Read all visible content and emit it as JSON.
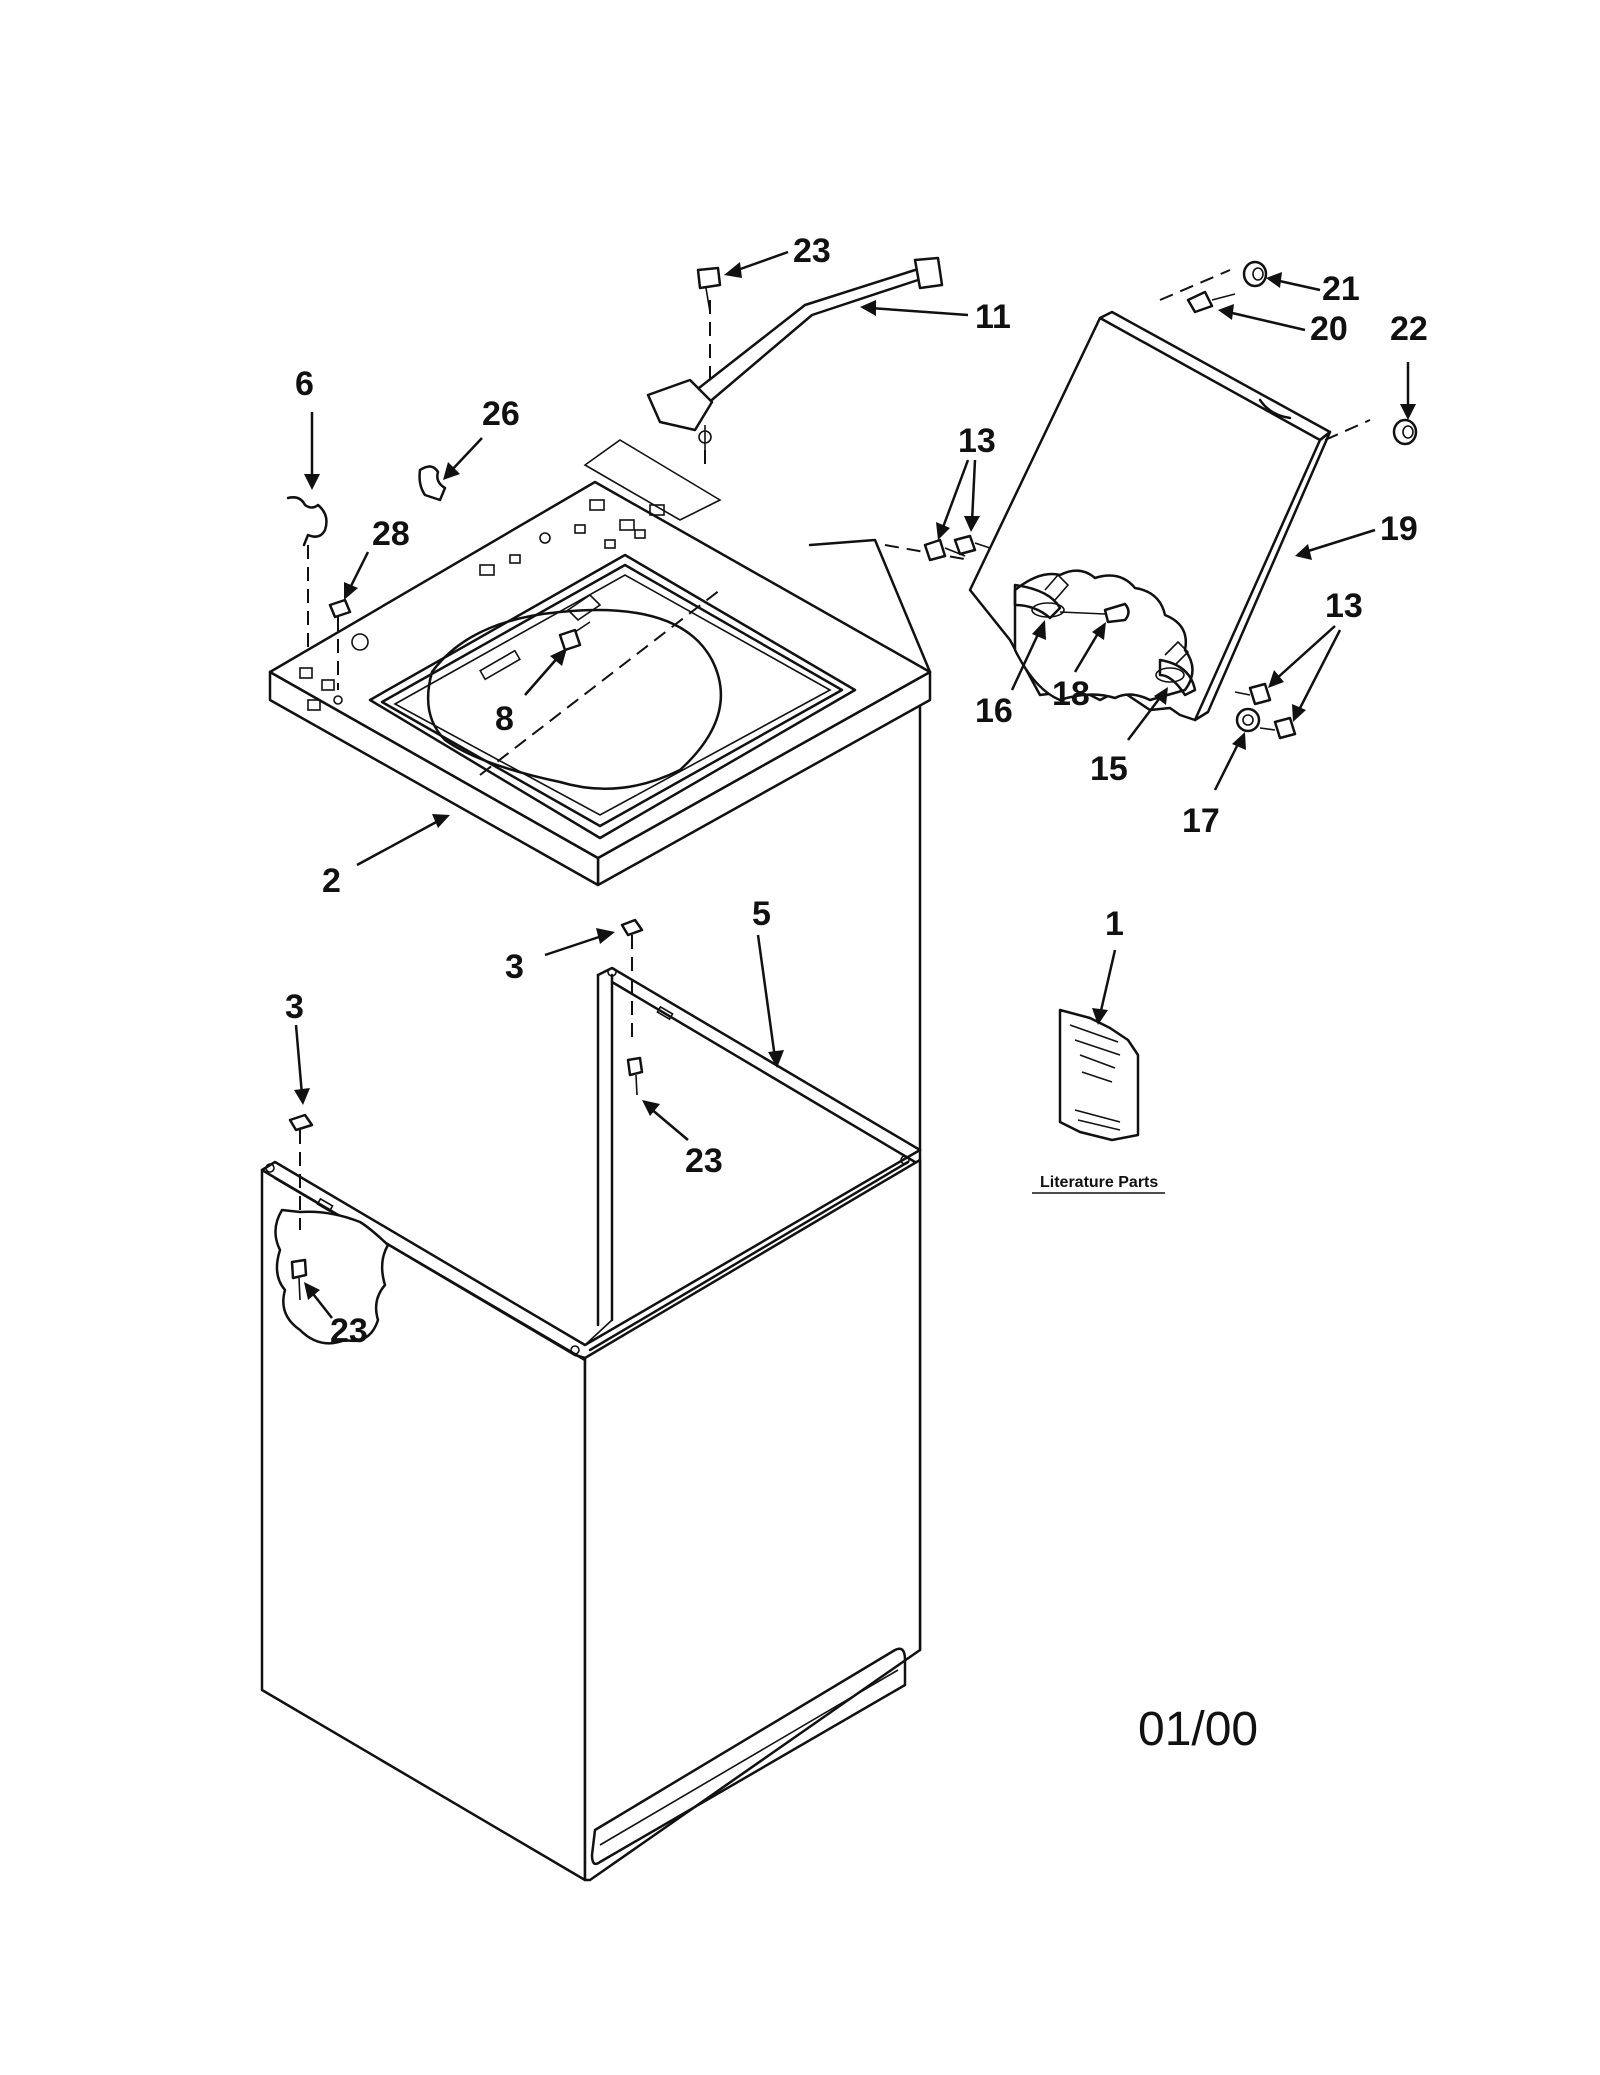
{
  "callouts": {
    "c1": "1",
    "c2": "2",
    "c3a": "3",
    "c3b": "3",
    "c5": "5",
    "c6": "6",
    "c8": "8",
    "c11": "11",
    "c13a": "13",
    "c13b": "13",
    "c15": "15",
    "c16": "16",
    "c17": "17",
    "c18": "18",
    "c19": "19",
    "c20": "20",
    "c21": "21",
    "c22": "22",
    "c23a": "23",
    "c23b": "23",
    "c23c": "23",
    "c26": "26",
    "c28": "28"
  },
  "literature_caption": "Literature Parts",
  "date_code": "01/00",
  "icons": {
    "top": "washer-top-panel",
    "cabinet": "washer-cabinet",
    "lid": "washer-lid",
    "harness": "lid-switch-wire-harness",
    "literature": "literature-booklet"
  }
}
